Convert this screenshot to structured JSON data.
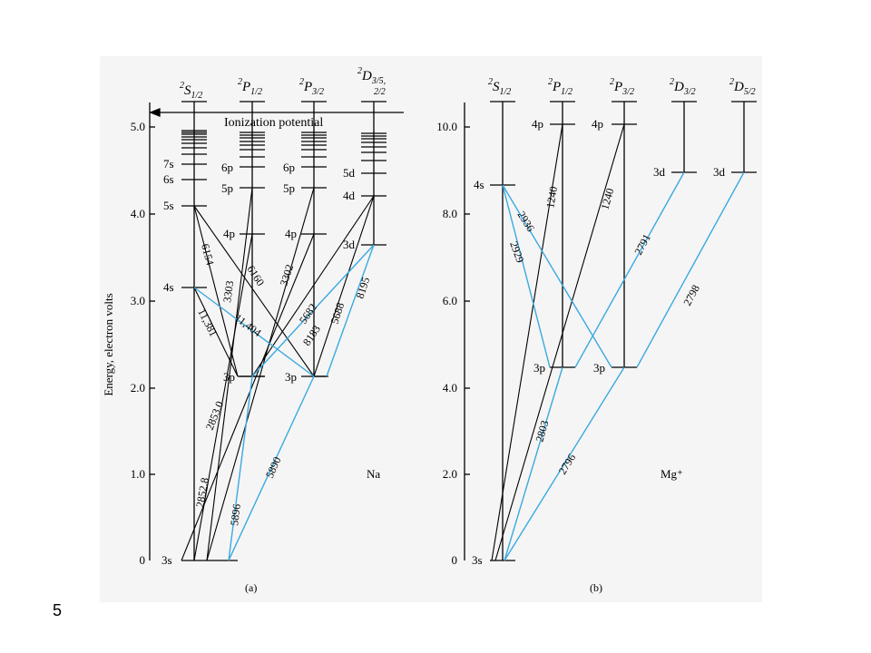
{
  "slide_number": "5",
  "axis": {
    "label": "Energy, electron volts",
    "ticks_a": [
      "5.0",
      "4.0",
      "3.0",
      "2.0",
      "1.0",
      "0"
    ],
    "ticks_b": [
      "10.0",
      "8.0",
      "6.0",
      "4.0",
      "2.0",
      "0"
    ]
  },
  "panel_a": {
    "caption": "(a)",
    "element": "Na",
    "ionization_label": "Ionization potential",
    "columns": [
      {
        "term": "2S1/2",
        "base": "S",
        "sub": "1/2"
      },
      {
        "term": "2P1/2",
        "base": "P",
        "sub": "1/2"
      },
      {
        "term": "2P3/2",
        "base": "P",
        "sub": "3/2"
      },
      {
        "term": "2D3/5, 2/2",
        "base": "D",
        "sub": "3/5,",
        "sub2": "2/2"
      }
    ],
    "levels": [
      "3s",
      "4s",
      "5s",
      "6s",
      "7s",
      "3p",
      "4p",
      "5p",
      "6p",
      "3p",
      "4p",
      "5p",
      "6p",
      "3d",
      "4d",
      "5d"
    ],
    "transitions": [
      {
        "label": "5896",
        "from": "3p (2P1/2)",
        "to": "3s",
        "highlight": true
      },
      {
        "label": "5890",
        "from": "3p (2P3/2)",
        "to": "3s",
        "highlight": true
      },
      {
        "label": "2853.0",
        "from": "4p (2P3/2)",
        "to": "3s",
        "highlight": false
      },
      {
        "label": "2852.8",
        "from": "4p (2P1/2)",
        "to": "3s",
        "highlight": false
      },
      {
        "label": "11,381",
        "from": "4s",
        "to": "3p (2P1/2)",
        "highlight": false
      },
      {
        "label": "11,404",
        "from": "4s",
        "to": "3p (2P3/2)",
        "highlight": true
      },
      {
        "label": "6154",
        "from": "5s",
        "to": "3p (2P1/2)",
        "highlight": false
      },
      {
        "label": "6160",
        "from": "5s",
        "to": "3p (2P3/2)",
        "highlight": false
      },
      {
        "label": "3303",
        "from": "5p (2P1/2)",
        "to": "3s",
        "highlight": false
      },
      {
        "label": "3302",
        "from": "5p (2P3/2)",
        "to": "3s",
        "highlight": false
      },
      {
        "label": "5682",
        "from": "4d",
        "to": "3p (2P1/2)",
        "highlight": false
      },
      {
        "label": "5688",
        "from": "4d",
        "to": "3p (2P3/2)",
        "highlight": false
      },
      {
        "label": "8183",
        "from": "3d",
        "to": "3p (2P1/2)",
        "highlight": true
      },
      {
        "label": "8195",
        "from": "3d",
        "to": "3p (2P3/2)",
        "highlight": true
      }
    ]
  },
  "panel_b": {
    "caption": "(b)",
    "element": "Mg⁺",
    "columns": [
      {
        "term": "2S1/2",
        "base": "S",
        "sub": "1/2"
      },
      {
        "term": "2P1/2",
        "base": "P",
        "sub": "1/2"
      },
      {
        "term": "2P3/2",
        "base": "P",
        "sub": "3/2"
      },
      {
        "term": "2D3/2",
        "base": "D",
        "sub": "3/2"
      },
      {
        "term": "2D5/2",
        "base": "D",
        "sub": "5/2"
      }
    ],
    "levels": [
      "3s",
      "4s",
      "3p",
      "4p",
      "3p",
      "4p",
      "3d",
      "3d"
    ],
    "transitions": [
      {
        "label": "1240",
        "from": "4p (2P1/2)",
        "to": "3s",
        "highlight": false
      },
      {
        "label": "1240",
        "from": "4p (2P3/2)",
        "to": "3s",
        "highlight": false
      },
      {
        "label": "2936",
        "from": "4s",
        "to": "3p (2P3/2)",
        "highlight": true
      },
      {
        "label": "2929",
        "from": "4s",
        "to": "3p (2P1/2)",
        "highlight": true
      },
      {
        "label": "2791",
        "from": "3d (2D3/2)",
        "to": "3p (2P1/2)",
        "highlight": true
      },
      {
        "label": "2798",
        "from": "3d (2D5/2)",
        "to": "3p (2P3/2)",
        "highlight": true
      },
      {
        "label": "2803",
        "from": "3p (2P1/2)",
        "to": "3s",
        "highlight": true
      },
      {
        "label": "2796",
        "from": "3p (2P3/2)",
        "to": "3s",
        "highlight": true
      }
    ]
  },
  "colors": {
    "highlight": "#3aa9e0",
    "line": "#000000",
    "figure_bg": "#f5f5f5"
  }
}
